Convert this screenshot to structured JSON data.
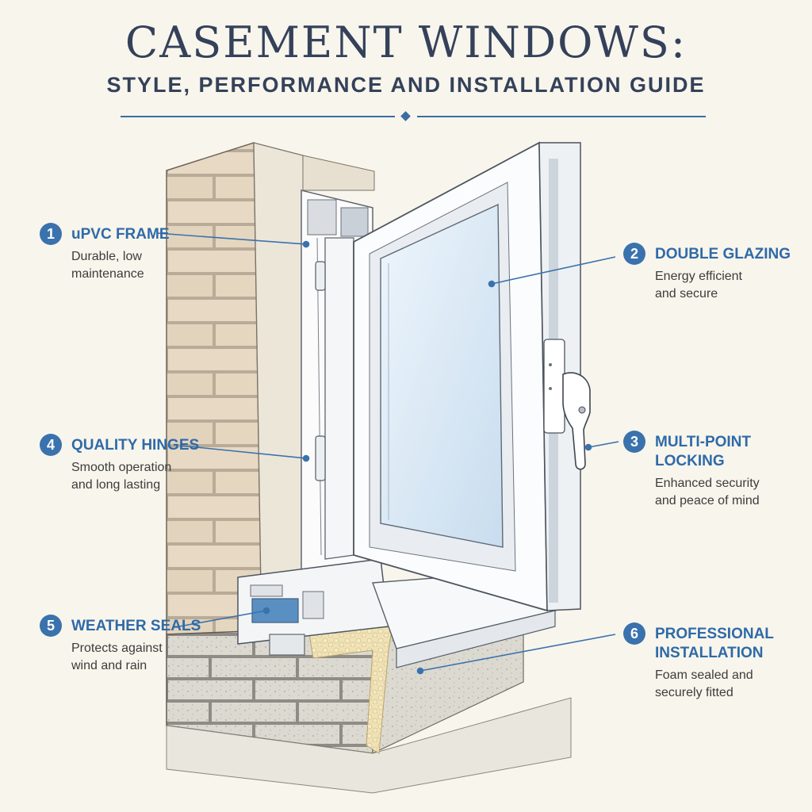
{
  "header": {
    "title": "CASEMENT WINDOWS:",
    "subtitle": "STYLE, PERFORMANCE AND INSTALLATION GUIDE"
  },
  "callouts": [
    {
      "number": "1",
      "title": "uPVC FRAME",
      "desc_line1": "Durable, low",
      "desc_line2": "maintenance"
    },
    {
      "number": "2",
      "title": "DOUBLE GLAZING",
      "desc_line1": "Energy efficient",
      "desc_line2": "and secure"
    },
    {
      "number": "3",
      "title_line1": "MULTI-POINT",
      "title_line2": "LOCKING",
      "desc_line1": "Enhanced security",
      "desc_line2": "and peace of mind"
    },
    {
      "number": "4",
      "title": "QUALITY HINGES",
      "desc_line1": "Smooth operation",
      "desc_line2": "and long lasting"
    },
    {
      "number": "5",
      "title": "WEATHER SEALS",
      "desc_line1": "Protects against",
      "desc_line2": "wind and rain"
    },
    {
      "number": "6",
      "title_line1": "PROFESSIONAL",
      "title_line2": "INSTALLATION",
      "desc_line1": "Foam sealed and",
      "desc_line2": "securely fitted"
    }
  ],
  "colors": {
    "accent": "#3a72ad",
    "title_text": "#34415a",
    "background": "#f8f5ec",
    "brick": "#e6d8c3",
    "glass": "#dcebf6"
  }
}
